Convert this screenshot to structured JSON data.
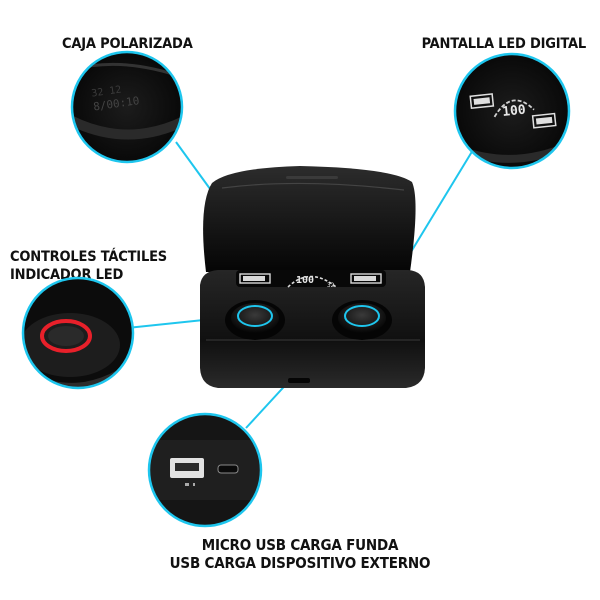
{
  "labels": {
    "caja": "CAJA POLARIZADA",
    "pantalla": "PANTALLA LED DIGITAL",
    "controles": [
      "CONTROLES TÁCTILES",
      "INDICADOR LED"
    ],
    "usb": [
      "MICRO USB CARGA FUNDA",
      "USB CARGA DISPOSITIVO EXTERNO"
    ]
  },
  "display": {
    "percent": "100",
    "small_digits": "32"
  },
  "zoom_caja": {
    "line1": "32 12",
    "line2": "8/00:10"
  },
  "colors": {
    "accent": "#1ec6ee",
    "led_red": "#e8202a",
    "case": "#141414",
    "text": "#111111"
  }
}
